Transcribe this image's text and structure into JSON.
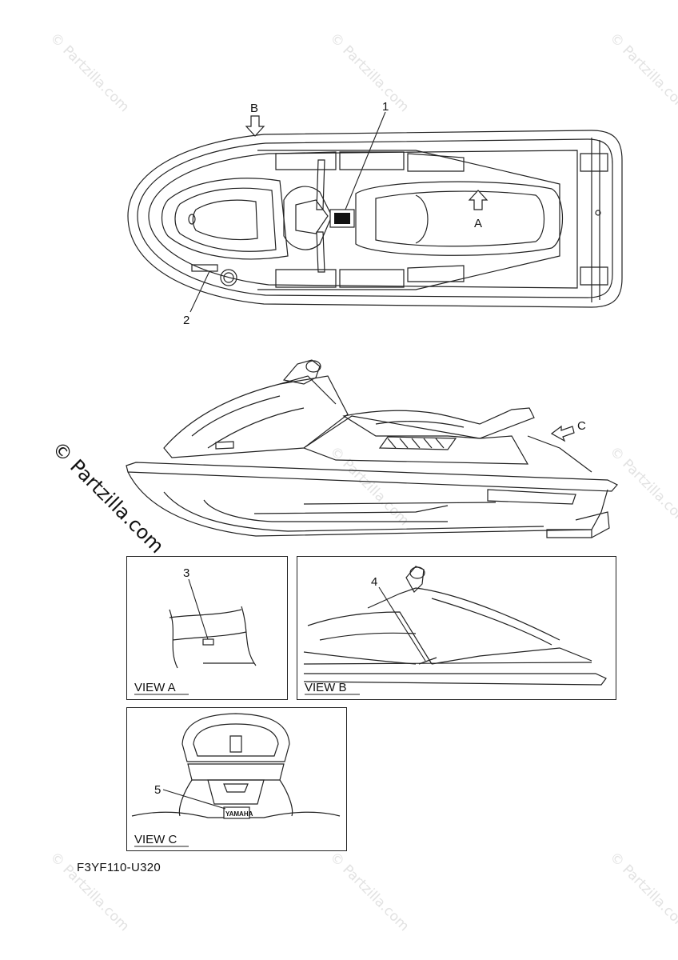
{
  "watermark_text": "© Partzilla.com",
  "diagram_code": "F3YF110-U320",
  "callouts": {
    "c1": "1",
    "c2": "2",
    "c3": "3",
    "c4": "4",
    "c5": "5"
  },
  "view_markers": {
    "a": "A",
    "b": "B",
    "c": "C"
  },
  "panels": {
    "view_a": "VIEW A",
    "view_b": "VIEW B",
    "view_c": "VIEW C"
  },
  "decal_text": "YAMAHA"
}
